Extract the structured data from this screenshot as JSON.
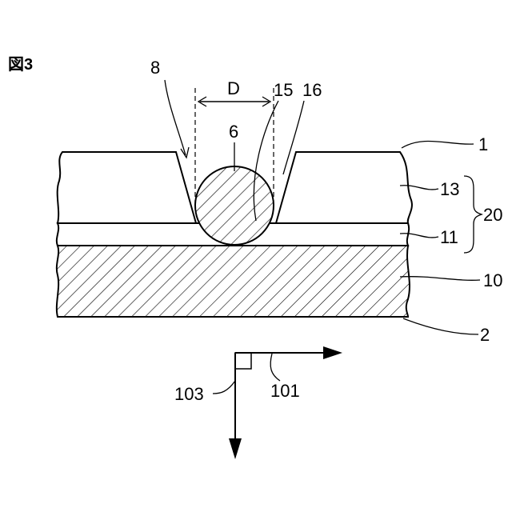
{
  "figure": {
    "label": "図3",
    "dimension_label": "D",
    "callouts": {
      "groove": "8",
      "particle": "6",
      "inner_edge": "15",
      "outer_edge": "16",
      "top_surface": "1",
      "upper_layer": "13",
      "layer_group": "20",
      "lower_layer": "11",
      "substrate": "10",
      "bottom_surface": "2",
      "horizontal_axis": "101",
      "vertical_axis": "103"
    }
  }
}
